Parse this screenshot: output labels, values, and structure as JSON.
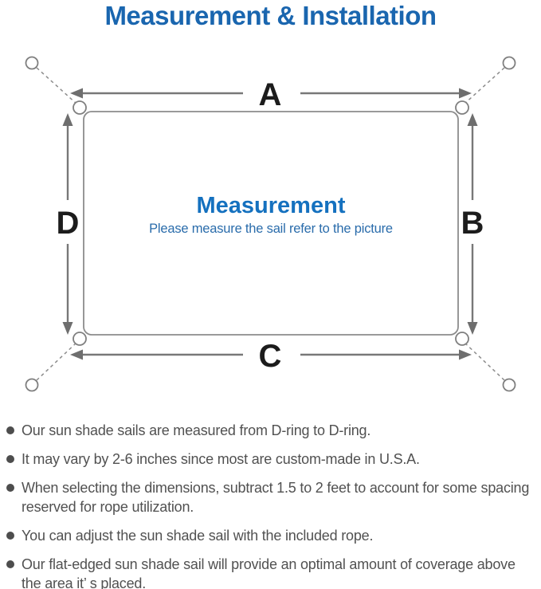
{
  "title": "Measurement & Installation",
  "diagram": {
    "heading": "Measurement",
    "subheading": "Please measure the sail refer to the picture",
    "labels": {
      "top": "A",
      "right": "B",
      "bottom": "C",
      "left": "D"
    },
    "colors": {
      "title_blue": "#1a66af",
      "heading_blue": "#1571bf",
      "subheading_blue": "#2a6cab",
      "line_gray": "#8c8c8c",
      "arrow_gray": "#6e6e6e",
      "label_black": "#1c1c1c",
      "note_text_gray": "#515151"
    }
  },
  "notes": {
    "bullet_icon": "filled-circle-bullet",
    "items": [
      "Our sun shade sails are measured from D-ring to D-ring.",
      "It may vary by 2-6 inches since most are custom-made in U.S.A.",
      "When selecting the dimensions, subtract 1.5 to 2 feet to account for some spacing reserved for rope utilization.",
      "You can adjust the sun shade sail with the included rope.",
      "Our flat-edged sun shade sail will provide an optimal amount of coverage above the area it’ s placed."
    ]
  }
}
